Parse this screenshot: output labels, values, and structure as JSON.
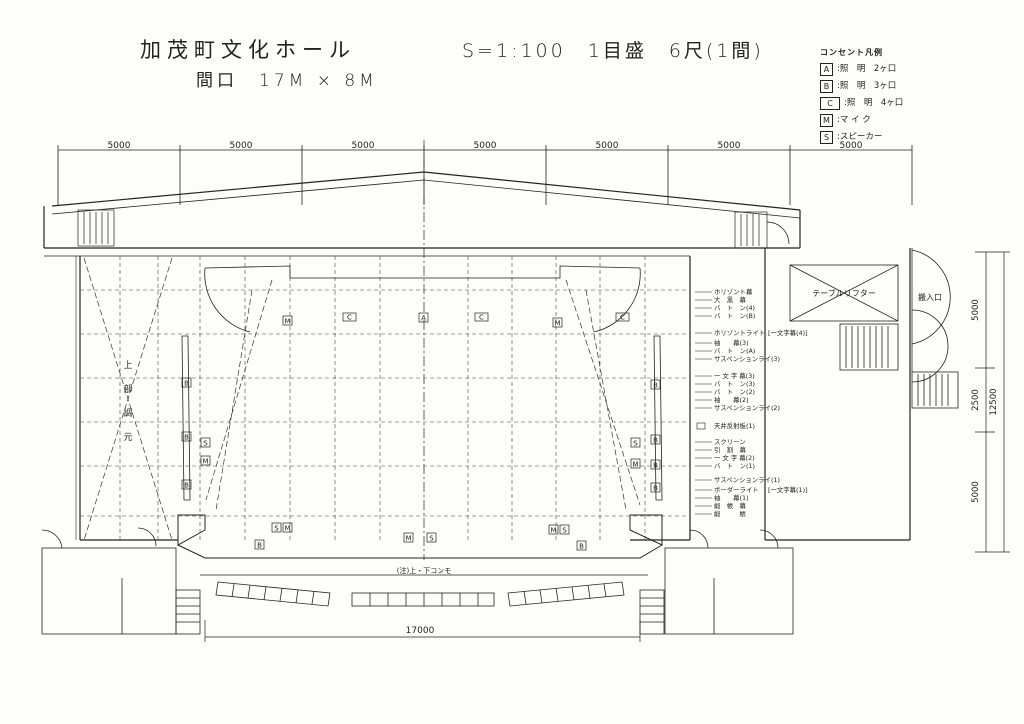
{
  "header": {
    "title": "加茂町文化ホール",
    "scale": "S=1:100　1目盛　6尺(1間)",
    "opening": "間口　17M × 8M"
  },
  "legend": {
    "title": "コンセント凡例",
    "items": [
      {
        "mark": "A",
        "text": ":照　明　2ヶ口"
      },
      {
        "mark": "B",
        "text": ":照　明　3ヶ口"
      },
      {
        "mark": "C",
        "text": ":照　明　4ヶ口"
      },
      {
        "mark": "M",
        "text": ":マ イ ク"
      },
      {
        "mark": "S",
        "text": ":スピーカー"
      }
    ]
  },
  "dims": {
    "top": [
      "5000",
      "5000",
      "5000",
      "5000",
      "5000",
      "5000",
      "5000"
    ],
    "bottom": "17000",
    "right_a": "5000",
    "right_b": "2500",
    "right_c": "5000",
    "right_total": "12500"
  },
  "rooms": {
    "lifter": "テーブルリフター",
    "loading": "搬入口",
    "note": "(注)上・下コンモ"
  },
  "stage_left_label": [
    "上",
    "部",
    "調",
    "元"
  ],
  "fly_labels": {
    "upper": [
      "ホリゾント幕",
      "大　黒　幕",
      "バ　ト　ン(4)",
      "バ　ト　ン(B)"
    ],
    "horizon_light": "ホリゾントライト",
    "hl_note": "[一文字幕(4)]",
    "mid": [
      "袖　　幕(3)",
      "バ　ト　ン(A)",
      "サスペンションライ(3)"
    ],
    "lower": [
      "一 文 字 幕(3)",
      "バ　ト　ン(3)",
      "バ　ト　ン(2)",
      "袖　　幕(2)",
      "サスペンションライ(2)"
    ],
    "ceiling": "天井反射板(1)",
    "front": [
      "スクリーン",
      "引　割　幕",
      "一 文 字 幕(2)",
      "バ　ト　ン(1)"
    ],
    "sus1": "サスペンションライ(1)",
    "border": "ボーダーライト",
    "border_note": "[一文字幕(1)]",
    "final": [
      "袖　　幕(1)",
      "緞　帳　幕",
      "緞　　　帳"
    ]
  }
}
